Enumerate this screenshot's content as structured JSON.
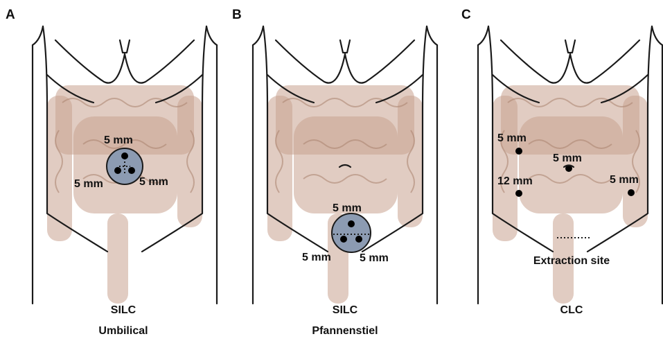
{
  "colors": {
    "access_disk_fill": "#8c9bb2",
    "body_outline": "#1a1a1a",
    "intestine_tint": "#c9a38f"
  },
  "panels": [
    {
      "letter": "A",
      "caption_line1": "SILC",
      "caption_line2": "Umbilical",
      "ports": [
        {
          "label": "5 mm"
        },
        {
          "label": "5 mm"
        },
        {
          "label": "5 mm"
        }
      ]
    },
    {
      "letter": "B",
      "caption_line1": "SILC",
      "caption_line2": "Pfannenstiel",
      "ports": [
        {
          "label": "5 mm"
        },
        {
          "label": "5 mm"
        },
        {
          "label": "5 mm"
        }
      ]
    },
    {
      "letter": "C",
      "caption_line1": "CLC",
      "caption_line2": "",
      "ports": [
        {
          "label": "5 mm"
        },
        {
          "label": "5 mm"
        },
        {
          "label": "12 mm"
        },
        {
          "label": "5 mm"
        }
      ],
      "extraction_label": "Extraction site"
    }
  ]
}
